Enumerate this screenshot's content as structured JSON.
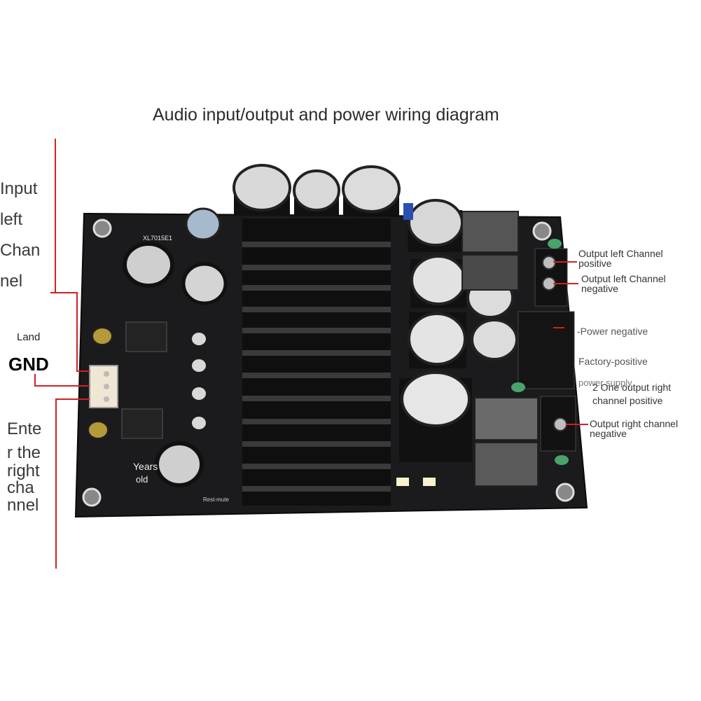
{
  "title": "Audio input/output and power wiring diagram",
  "left_labels": {
    "input_left": [
      "Input",
      "left",
      "Chan",
      "nel"
    ],
    "land": "Land",
    "gnd": "GND",
    "enter_right": [
      "Ente",
      "r the",
      "right",
      "cha",
      "nnel"
    ]
  },
  "right_labels": {
    "out_left_pos": [
      "Output left Channel",
      "positive"
    ],
    "out_left_neg": [
      "Output left Channel",
      "negative"
    ],
    "power_negative": "-Power negative",
    "factory_positive": "Factory-positive",
    "power_supply": "power supply",
    "out_right_pos": [
      "2 One output right",
      "channel positive"
    ],
    "out_right_neg": [
      "Output right channel",
      "negative"
    ]
  },
  "board_marks": {
    "chip_label": "XL7015E1",
    "years": "Years",
    "old": "old",
    "reset": "Rest-mute"
  },
  "colors": {
    "wire": "#d42020",
    "board": "#1b1b1d",
    "heatsink": "#0f0f10"
  }
}
